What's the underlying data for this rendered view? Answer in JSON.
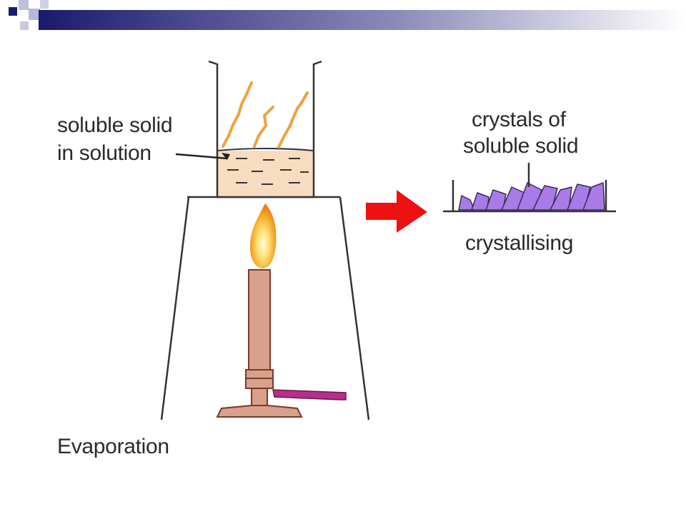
{
  "labels": {
    "solution_line1": "soluble solid",
    "solution_line2": "in solution",
    "crystals_line1": "crystals of",
    "crystals_line2": "soluble solid",
    "crystallising": "crystallising",
    "evaporation": "Evaporation"
  },
  "colors": {
    "header_dark": "#1a1a6e",
    "header_mid": "#6e6ea8",
    "solution_fill": "#f8dcc0",
    "vapour": "#f0a040",
    "flame_outer": "#f5a623",
    "flame_inner": "#ffe27a",
    "burner_body": "#d9a08c",
    "burner_outline": "#7a3a2a",
    "gas_pipe": "#b4308a",
    "arrow": "#ee1111",
    "crystals": "#a87be8"
  }
}
